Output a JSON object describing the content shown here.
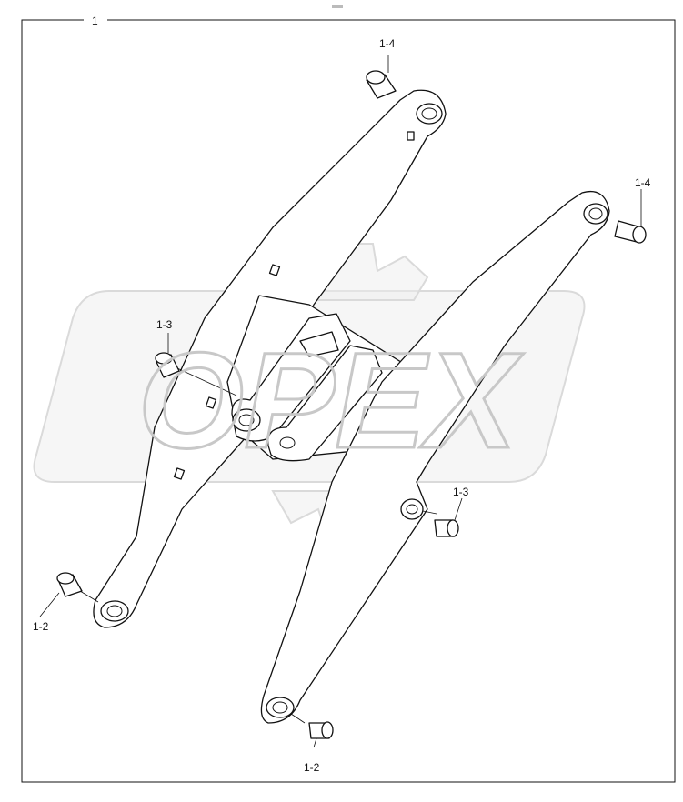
{
  "assembly": {
    "label": "1"
  },
  "watermark": {
    "text": "OPEX"
  },
  "callouts": [
    {
      "id": "top-left-bushing",
      "label": "1-4"
    },
    {
      "id": "top-right-bushing",
      "label": "1-4"
    },
    {
      "id": "mid-left-bushing",
      "label": "1-3"
    },
    {
      "id": "mid-right-bushing",
      "label": "1-3"
    },
    {
      "id": "bottom-left-bushing",
      "label": "1-2"
    },
    {
      "id": "bottom-right-bushing",
      "label": "1-2"
    }
  ],
  "colors": {
    "line": "#111111",
    "watermark": "#e6e6e6"
  }
}
